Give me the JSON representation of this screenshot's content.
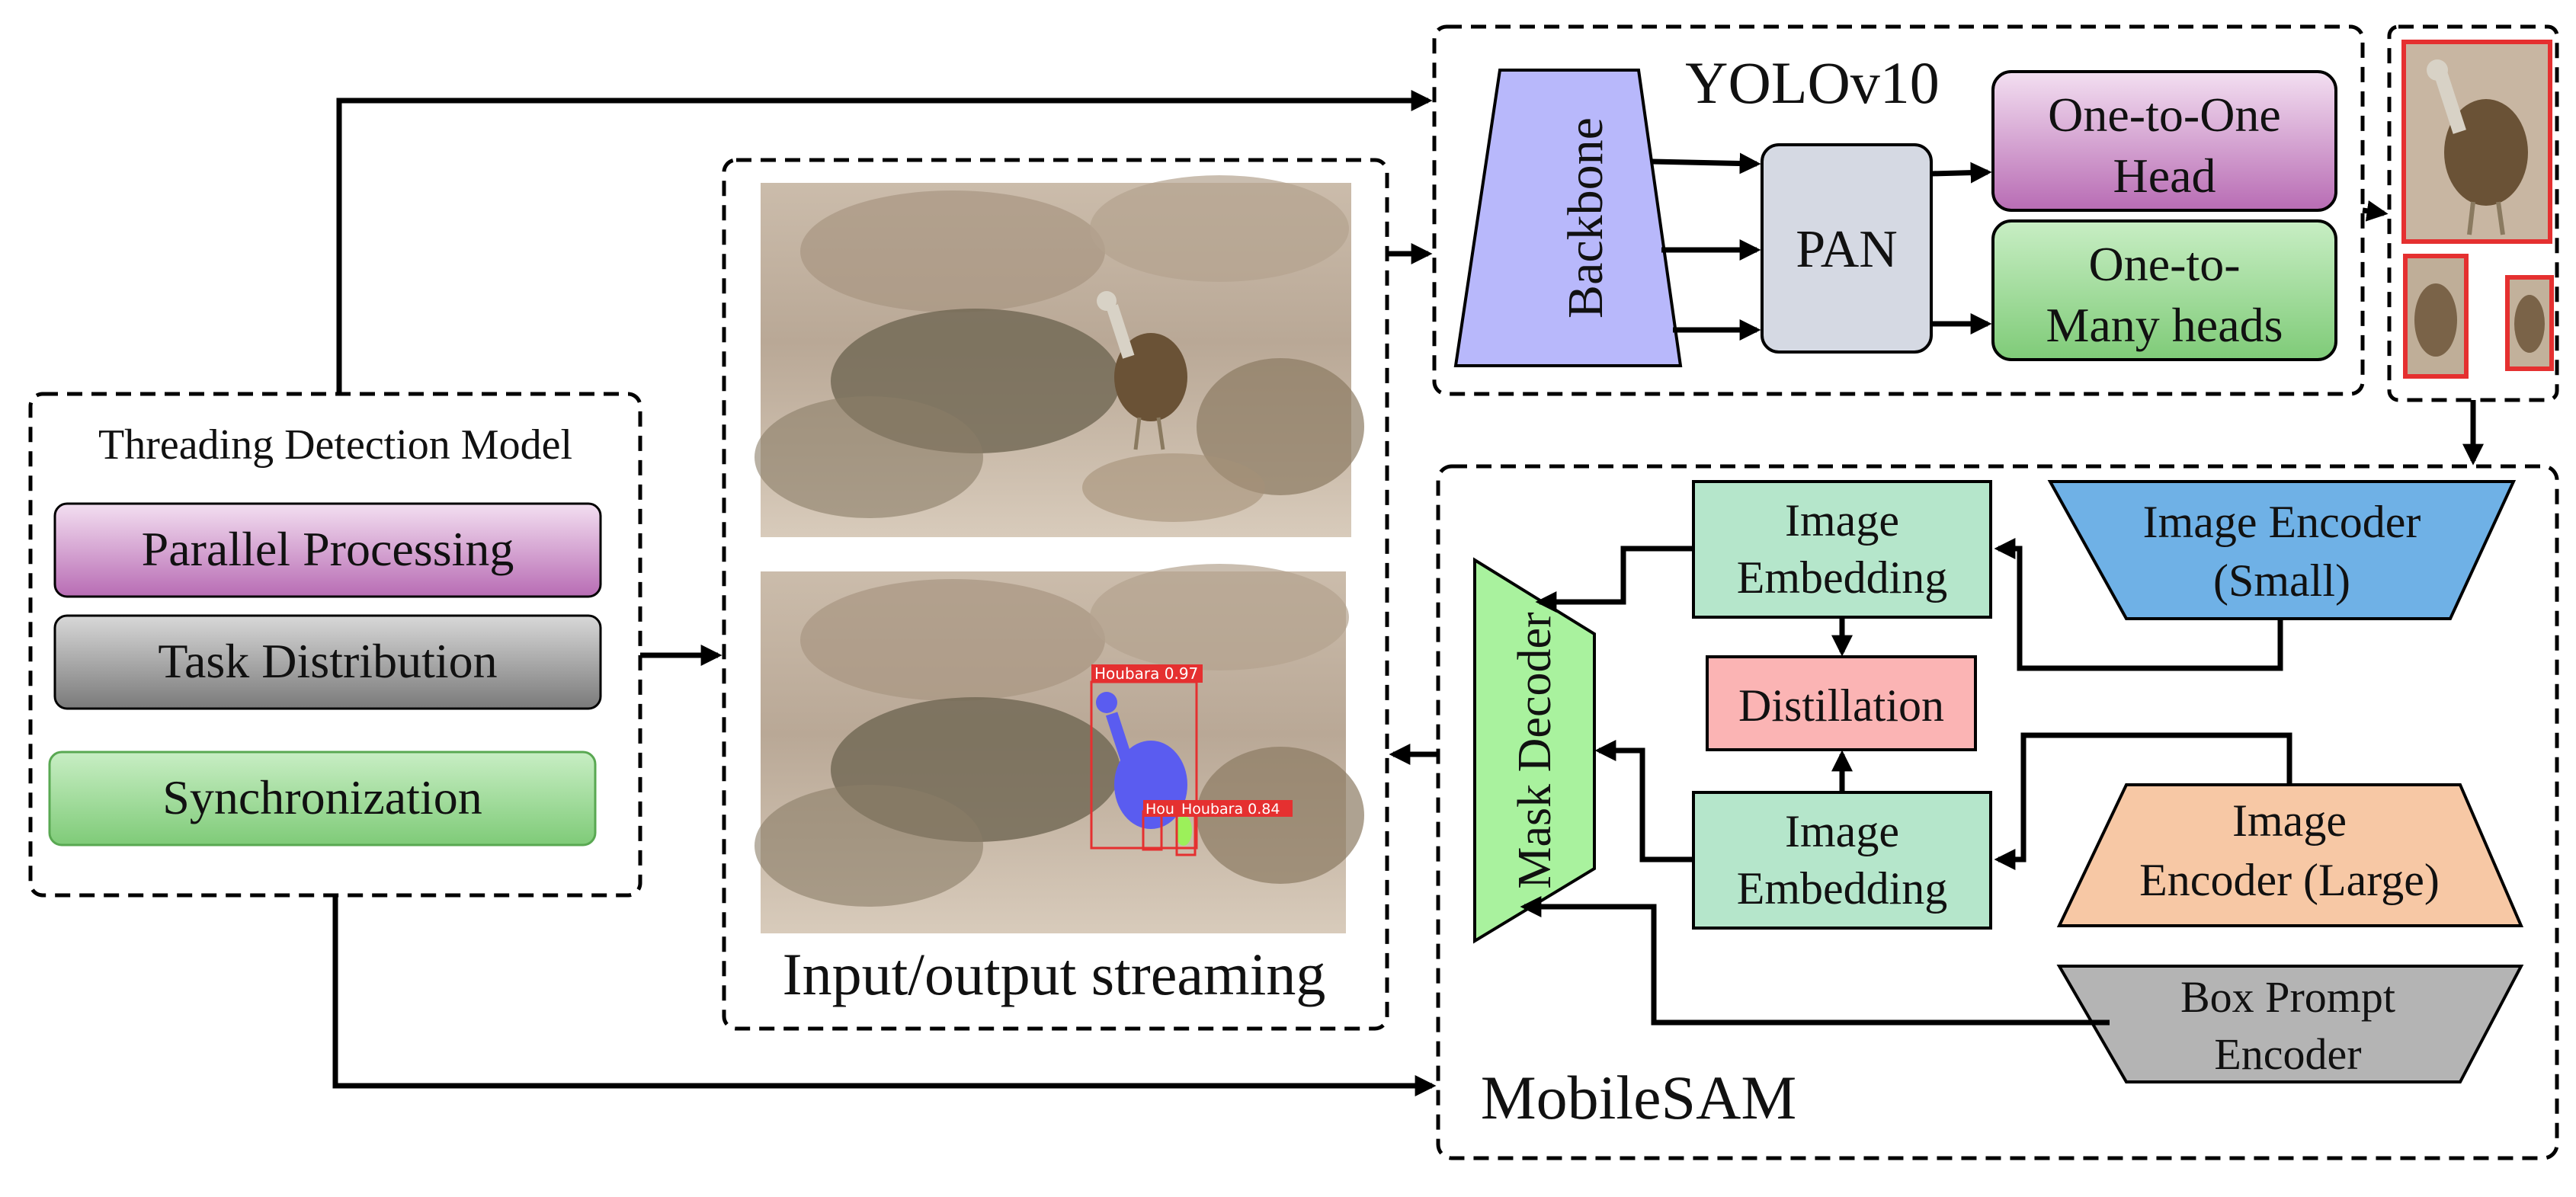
{
  "threading": {
    "title": "Threading Detection Model",
    "items": [
      {
        "label": "Parallel Processing",
        "color": "#c47ec1"
      },
      {
        "label": "Task Distribution",
        "color": "#8a8a8a"
      },
      {
        "label": "Synchronization",
        "color": "#8fd18a"
      }
    ]
  },
  "streaming": {
    "caption": "Input/output streaming",
    "detection_labels": [
      "Houbara 0.97",
      "Hou",
      "Houbara 0.84"
    ]
  },
  "yolo": {
    "title": "YOLOv10",
    "backbone": "Backbone",
    "pan": "PAN",
    "one_to_one": [
      "One-to-One",
      "Head"
    ],
    "one_to_many": [
      "One-to-",
      "Many heads"
    ]
  },
  "mobilesam": {
    "title": "MobileSAM",
    "mask_decoder": "Mask Decoder",
    "image_embedding": [
      "Image",
      "Embedding"
    ],
    "distillation": "Distillation",
    "encoder_small": [
      "Image Encoder",
      "(Small)"
    ],
    "encoder_large": [
      "Image",
      "Encoder (Large)"
    ],
    "box_prompt": [
      "Box Prompt",
      "Encoder"
    ]
  },
  "colors": {
    "purple_grad": "#c47ec1",
    "gray_grad": "#8a8a8a",
    "green_grad": "#8fd18a",
    "backbone": "#b8b8fb",
    "pan": "#d5d9e3",
    "embedding": "#b5e6cb",
    "distillation": "#fbb4b4",
    "encoder_small": "#6fb1e6",
    "encoder_large": "#f7c8a5",
    "box_prompt": "#b4b4b4",
    "mask_decoder": "#a9f29e",
    "detection_red": "#e53030",
    "mask_blue": "#5a5cf0"
  }
}
